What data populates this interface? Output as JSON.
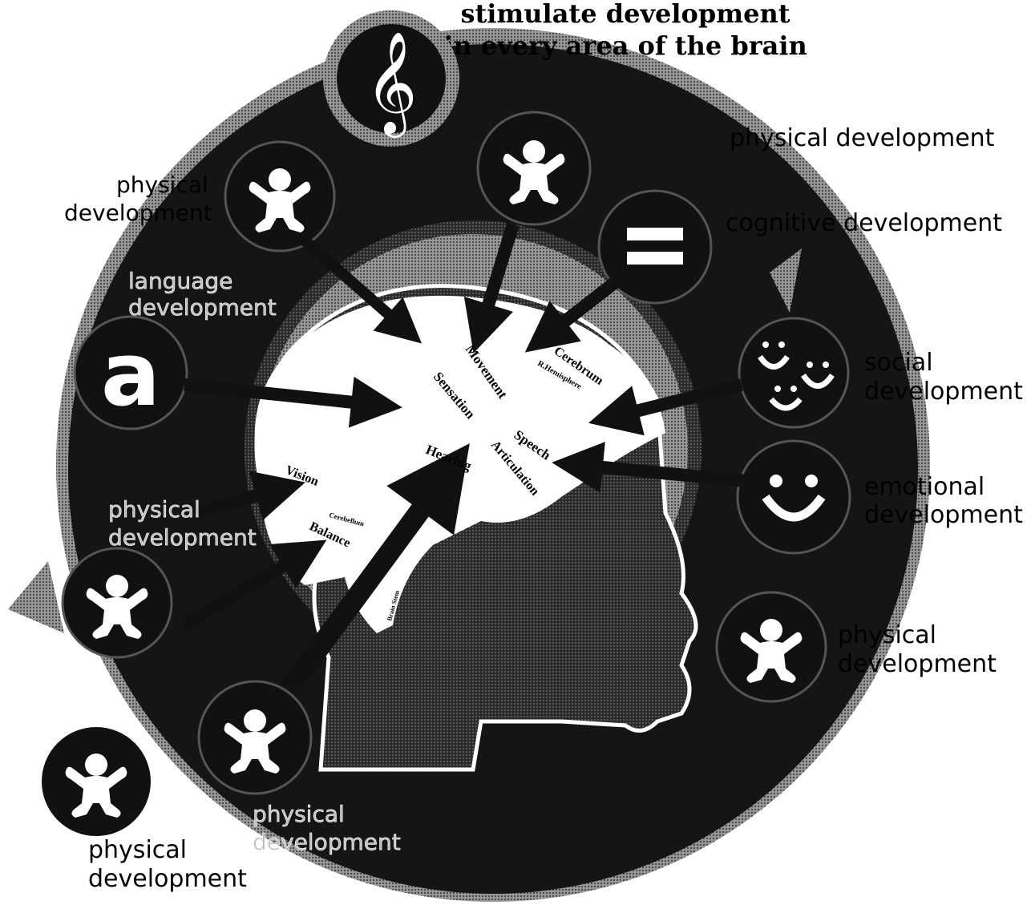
{
  "title": {
    "line1": "stimulate development",
    "line2": "in every area of the brain"
  },
  "labels": {
    "physical_top_left": [
      "physical",
      "development"
    ],
    "physical_top_right": "physical development",
    "cognitive": "cognitive development",
    "language": [
      "language",
      "development"
    ],
    "social": [
      "social",
      "development"
    ],
    "emotional": [
      "emotional",
      "development"
    ],
    "physical_mid_left": [
      "physical",
      "development"
    ],
    "physical_right": [
      "physical",
      "development"
    ],
    "physical_bottom_center": [
      "physical",
      "development"
    ],
    "physical_bottom_left": [
      "physical",
      "development"
    ]
  },
  "brain_regions": {
    "sensation": "Sensation",
    "movement": "Movement",
    "cerebrum": "Cerebrum",
    "r_hemisphere": "R.Hemisphere",
    "speech": "Speech",
    "articulation": "Articulation",
    "hearing": "Hearing",
    "vision": "Vision",
    "cerebellum": "Cerebellum",
    "balance": "Balance",
    "brain_stem": "Brain Stem"
  },
  "icons": {
    "music": "treble-clef-icon",
    "letter": "a",
    "equals": "equals-icon",
    "social": "three-smiley-faces-icon",
    "emotional": "smiley-face-icon",
    "child": "child-figure-icon"
  },
  "colors": {
    "ring": "#1a1a1a",
    "inner_ring": "#3a3a3a",
    "brain": "#ffffff",
    "text_dark": "#000000",
    "text_light": "#ffffff",
    "halftone_light": "#bdbdbd"
  }
}
